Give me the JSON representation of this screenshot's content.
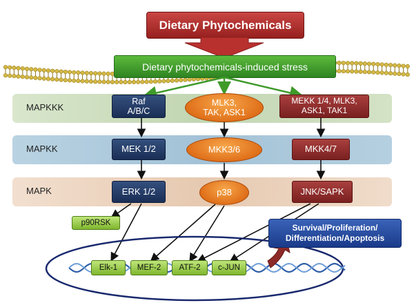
{
  "header": {
    "title": "Dietary Phytochemicals"
  },
  "stress": {
    "label": "Dietary phytochemicals-induced stress"
  },
  "tiers": {
    "mapkkk": {
      "label": "MAPKKK",
      "left": "Raf\nA/B/C",
      "center": "MLK3,\nTAK, ASK1",
      "right": "MEKK 1/4, MLK3,\nASK1, TAK1"
    },
    "mapkk": {
      "label": "MAPKK",
      "left": "MEK 1/2",
      "center": "MKK3/6",
      "right": "MKK4/7"
    },
    "mapk": {
      "label": "MAPK",
      "left": "ERK 1/2",
      "center": "p38",
      "right": "JNK/SAPK"
    }
  },
  "p90rsk": "p90RSK",
  "outcome": "Survival/Proliferation/\nDifferentiation/Apoptosis",
  "transcription_factors": [
    "Elk-1",
    "MEF-2",
    "ATF-2",
    "c-JUN"
  ],
  "colors": {
    "title_red": "#b8312f",
    "stress_green": "#3f9a2a",
    "mapkkk_band": "#c9d9bd",
    "mapkk_band": "#a9c7d9",
    "mapk_band": "#ecd3bd",
    "navy": "#1f355f",
    "maroon": "#8b2a28",
    "orange": "#e8791f",
    "tf_green": "#9dcf4b",
    "outcome_blue": "#1d3f8e",
    "membrane_gold": "#d4b843",
    "nucleus_navy": "#1a2a6e"
  }
}
